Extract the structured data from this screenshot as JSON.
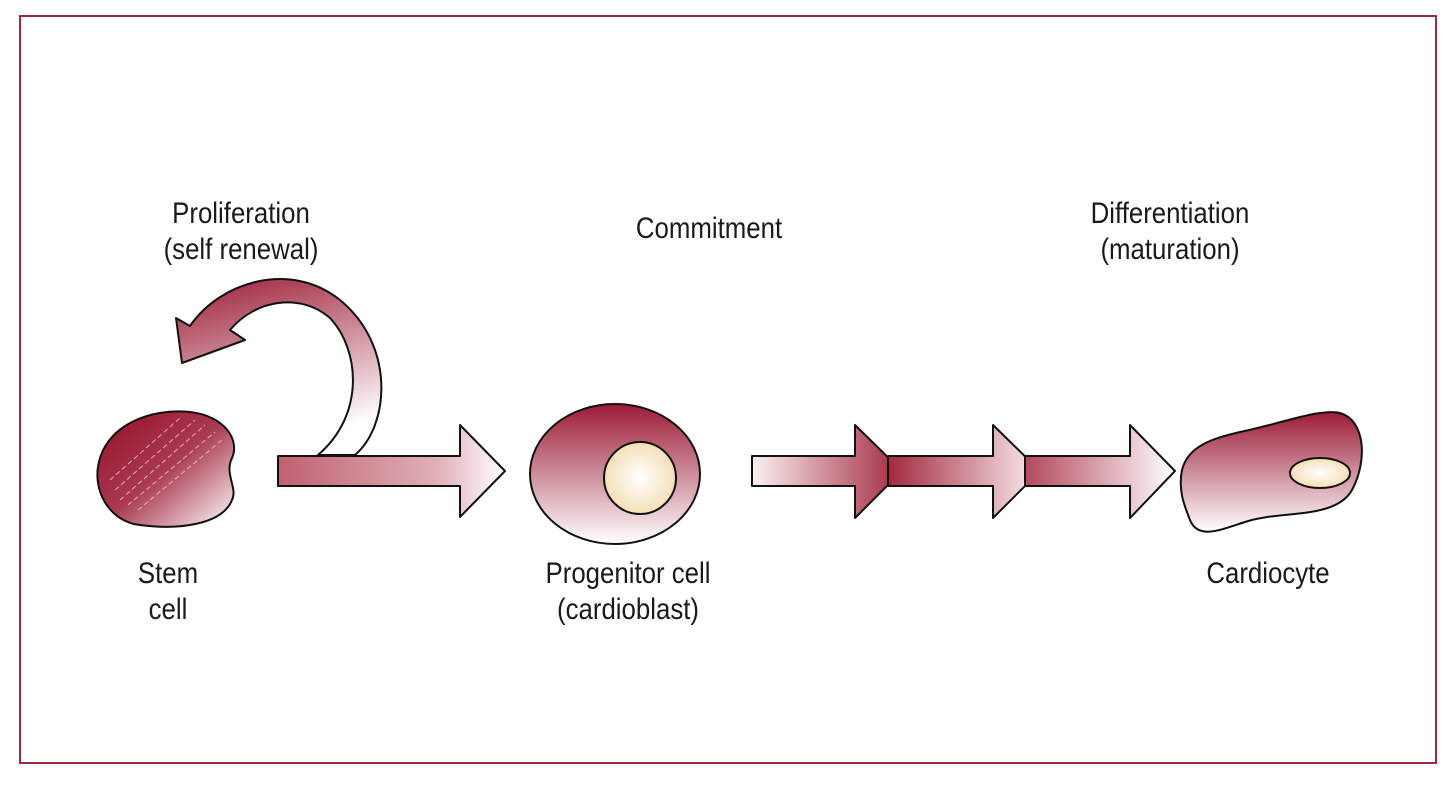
{
  "labels": {
    "proliferation": [
      "Proliferation",
      "(self renewal)"
    ],
    "commitment": [
      "Commitment"
    ],
    "differentiation": [
      "Differentiation",
      "(maturation)"
    ],
    "stem_cell": [
      "Stem",
      "cell"
    ],
    "progenitor_cell": [
      "Progenitor cell",
      "(cardioblast)"
    ],
    "cardiocyte": [
      "Cardiocyte"
    ]
  },
  "colors": {
    "frame": "#9a2a3c",
    "dark": "#9b1b35",
    "light": "#ffffff",
    "nucleus": "#f6e7c6",
    "outline": "#111111"
  }
}
